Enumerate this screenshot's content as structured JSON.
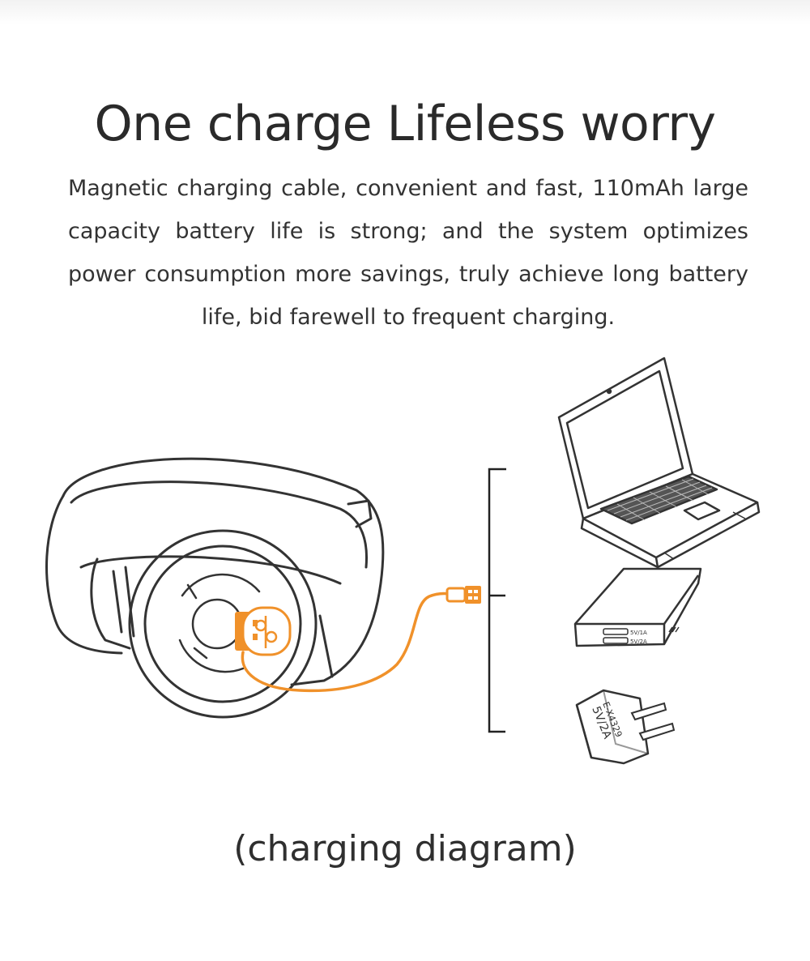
{
  "headline": "One charge Lifeless worry",
  "description": "Magnetic charging cable, convenient and fast, 110mAh large capacity battery life is strong; and the system optimizes power consumption more savings, truly achieve long battery life, bid farewell to frequent charging.",
  "caption": "(charging diagram)",
  "power_bank": {
    "port1_label": "5V/1A",
    "port2_label": "5V/2A"
  },
  "adapter": {
    "model_label": "E-X4329",
    "rating_label": "5V/2A"
  },
  "colors": {
    "accent": "#f0912a",
    "line": "#333333"
  },
  "icons": [
    "smartwatch-icon",
    "charging-cable-icon",
    "usb-plug-icon",
    "laptop-icon",
    "power-bank-icon",
    "wall-adapter-icon"
  ]
}
